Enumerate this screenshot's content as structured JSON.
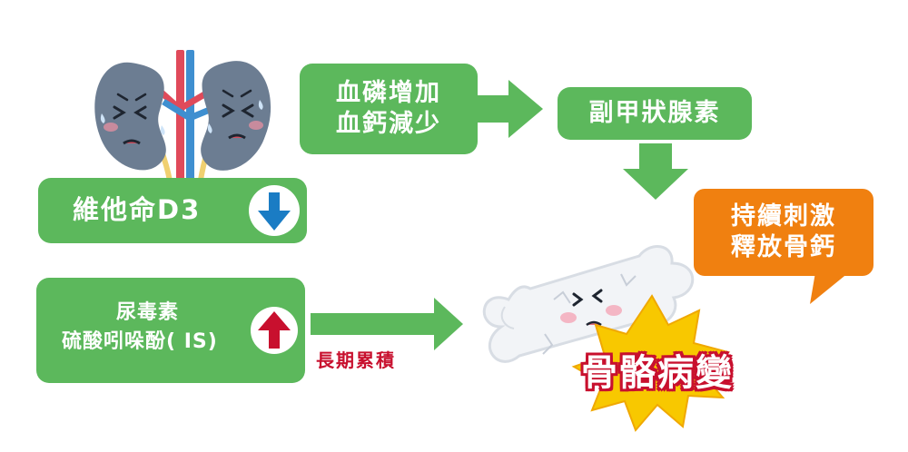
{
  "vitamin_box": {
    "label": "維他命D3",
    "trend": "down",
    "trend_color": "#1a7cc4"
  },
  "toxin_box": {
    "line1": "尿毒素",
    "line2": "硫酸吲哚酚( IS)",
    "trend": "up",
    "trend_color": "#c8102e"
  },
  "blood_box": {
    "line1": "血磷增加",
    "line2": "血鈣減少"
  },
  "pth_box": {
    "label": "副甲狀腺素"
  },
  "orange_callout": {
    "line1": "持續刺激",
    "line2": "釋放骨鈣",
    "color": "#f08010"
  },
  "long_term_label": "長期累積",
  "bone_disease_label": "骨骼病變",
  "colors": {
    "box_green": "#5cb85c",
    "arrow_green": "#5cb85c",
    "burst_yellow": "#f8c800",
    "label_red": "#c8102e"
  },
  "icons": [
    "kidneys-icon",
    "bone-icon",
    "down-arrow-icon",
    "up-arrow-icon",
    "burst-icon"
  ]
}
